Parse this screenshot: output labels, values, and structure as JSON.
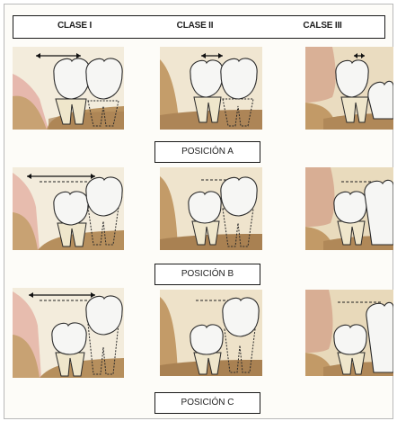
{
  "header": {
    "clase_1": "CLASE I",
    "clase_2": "CLASE II",
    "clase_3": "CALSE III"
  },
  "positions": {
    "a": "POSICIÓN A",
    "b": "POSICIÓN B",
    "c": "POSICIÓN C"
  },
  "colors": {
    "bone": "#c9a574",
    "gum": "#e9b7ae",
    "enamel": "#f4f4f2",
    "root": "#ece3c8",
    "outline": "#2a2a2a"
  }
}
